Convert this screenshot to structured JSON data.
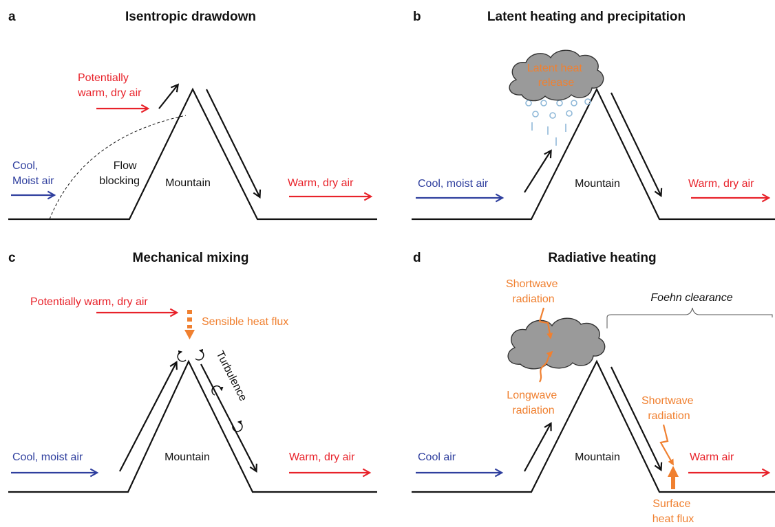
{
  "colors": {
    "cool": "#2f3f9e",
    "warm": "#e8222a",
    "energy": "#f08030",
    "cloud": "#9a9a9a",
    "precip": "#8fb8d8",
    "line": "#111111"
  },
  "panels": {
    "a": {
      "letter": "a",
      "title": "Isentropic drawdown",
      "upstream_lines": [
        "Cool,",
        "Moist air"
      ],
      "aloft_lines": [
        "Potentially",
        "warm, dry air"
      ],
      "blocking_lines": [
        "Flow",
        "blocking"
      ],
      "mountain": "Mountain",
      "downstream": "Warm, dry air"
    },
    "b": {
      "letter": "b",
      "title": "Latent heating and precipitation",
      "cloud_lines": [
        "Latent heat",
        "release"
      ],
      "upstream": "Cool, moist air",
      "mountain": "Mountain",
      "downstream": "Warm, dry air"
    },
    "c": {
      "letter": "c",
      "title": "Mechanical mixing",
      "aloft": "Potentially warm, dry air",
      "heat_flux": "Sensible heat flux",
      "turbulence": "Turbulence",
      "upstream": "Cool, moist air",
      "mountain": "Mountain",
      "downstream": "Warm, dry air"
    },
    "d": {
      "letter": "d",
      "title": "Radiative heating",
      "shortwave_top_lines": [
        "Shortwave",
        "radiation"
      ],
      "clearance": "Foehn clearance",
      "longwave_lines": [
        "Longwave",
        "radiation"
      ],
      "shortwave_lee_lines": [
        "Shortwave",
        "radiation"
      ],
      "upstream": "Cool air",
      "mountain": "Mountain",
      "downstream": "Warm air",
      "surface_flux_lines": [
        "Surface",
        "heat flux"
      ]
    }
  }
}
